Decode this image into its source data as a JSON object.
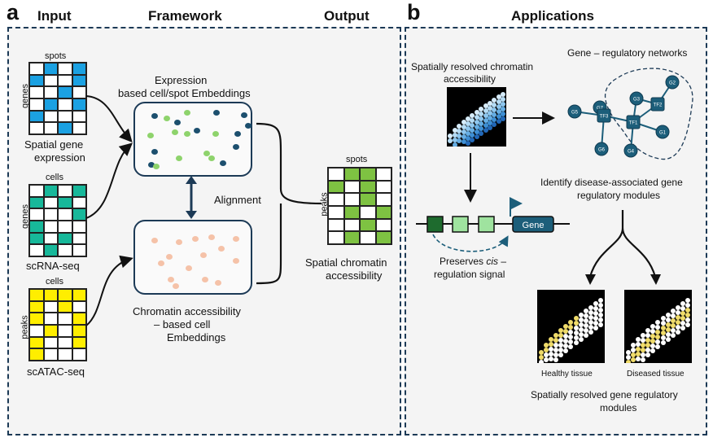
{
  "panel_a": {
    "letter": "a",
    "headers": {
      "input": "Input",
      "framework": "Framework",
      "output": "Output"
    },
    "input1": {
      "top_label": "spots",
      "side_label": "genes",
      "caption_line1": "Spatial gene",
      "caption_line2": "expression",
      "color": "#1ba1e2"
    },
    "input2": {
      "top_label": "cells",
      "side_label": "genes",
      "caption": "scRNA-seq",
      "color": "#17b89a"
    },
    "input3": {
      "top_label": "cells",
      "side_label": "peaks",
      "caption": "scATAC-seq",
      "color": "#ffee00"
    },
    "embedding_top": {
      "title_line1": "Expression",
      "title_line2": "based cell/spot Embeddings"
    },
    "alignment": "Alignment",
    "embedding_bottom": {
      "caption_line1": "Chromatin accessibility",
      "caption_line2": "– based cell",
      "caption_line3": "Embeddings"
    },
    "output": {
      "top_label": "spots",
      "side_label": "peaks",
      "caption_line1": "Spatial chromatin",
      "caption_line2": "accessibility",
      "color": "#7ec242"
    }
  },
  "panel_b": {
    "letter": "b",
    "header": "Applications",
    "source_image": {
      "caption_line1": "Spatially resolved chromatin",
      "caption_line2": "accessibility"
    },
    "network": {
      "title": "Gene – regulatory networks",
      "nodes": [
        "G7",
        "G3",
        "TF2",
        "G2",
        "G5",
        "TF3",
        "TF1",
        "G1",
        "G6",
        "G4"
      ],
      "caption_line1": "Identify disease-associated gene",
      "caption_line2": "regulatory modules"
    },
    "gene_track": {
      "gene_label": "Gene",
      "caption_line1": "Preserves",
      "caption_italic": "cis",
      "caption_line1_end": " –",
      "caption_line2": "regulation signal"
    },
    "healthy": "Healthy tissue",
    "diseased": "Diseased tissue",
    "bottom_caption_line1": "Spatially resolved gene regulatory",
    "bottom_caption_line2": "modules"
  }
}
